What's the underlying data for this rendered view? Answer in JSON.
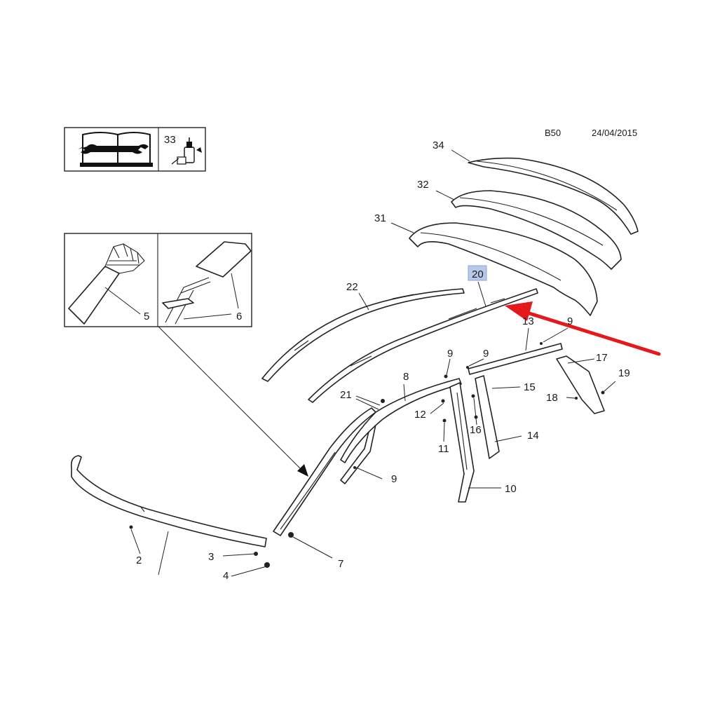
{
  "header": {
    "code": "B50",
    "date": "24/04/2015"
  },
  "legend": {
    "tool_number": "33"
  },
  "colors": {
    "highlight_fill": "#b8c8e8",
    "highlight_stroke": "#8aa4d4",
    "arrow": "#e5191c"
  },
  "labels": {
    "p2": "2",
    "p3": "3",
    "p4": "4",
    "p5": "5",
    "p6": "6",
    "p7": "7",
    "p8": "8",
    "p9a": "9",
    "p9b": "9",
    "p9c": "9",
    "p9d": "9",
    "p10": "10",
    "p11": "11",
    "p12": "12",
    "p13": "13",
    "p14": "14",
    "p15": "15",
    "p16": "16",
    "p17": "17",
    "p18": "18",
    "p19": "19",
    "p20": "20",
    "p21": "21",
    "p22": "22",
    "p31": "31",
    "p32": "32",
    "p34": "34"
  },
  "highlighted_part": "20",
  "icons": [
    "manual-wrench-icon",
    "adhesive-bottle-icon",
    "red-pointer-arrow-icon"
  ]
}
